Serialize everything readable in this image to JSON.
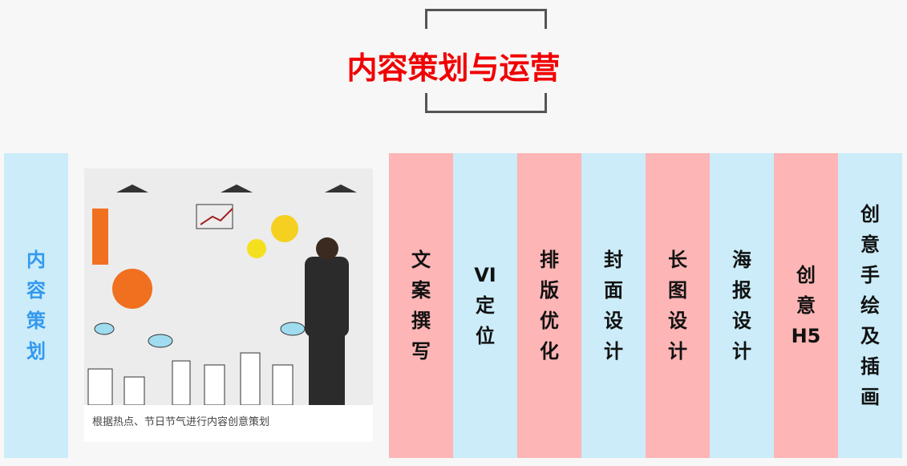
{
  "title": "内容策划与运营",
  "left_panel": [
    "内",
    "容",
    "策",
    "划"
  ],
  "card": {
    "caption": "根据热点、节日节气进行内容创意策划"
  },
  "columns": [
    {
      "lines": [
        "文",
        "案",
        "撰",
        "写"
      ],
      "color": "pink"
    },
    {
      "lines": [
        "VI",
        "定",
        "位"
      ],
      "color": "blue"
    },
    {
      "lines": [
        "排",
        "版",
        "优",
        "化"
      ],
      "color": "pink"
    },
    {
      "lines": [
        "封",
        "面",
        "设",
        "计"
      ],
      "color": "blue"
    },
    {
      "lines": [
        "长",
        "图",
        "设",
        "计"
      ],
      "color": "pink"
    },
    {
      "lines": [
        "海",
        "报",
        "设",
        "计"
      ],
      "color": "blue"
    },
    {
      "lines": [
        "创",
        "意",
        "H5"
      ],
      "color": "pink"
    },
    {
      "lines": [
        "创",
        "意",
        "手",
        "绘",
        "及",
        "插",
        "画"
      ],
      "color": "blue"
    }
  ]
}
